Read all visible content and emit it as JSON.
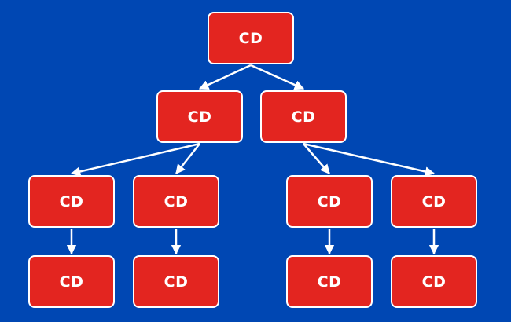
{
  "colors": {
    "background": "#0047b3",
    "node_fill": "#e32520",
    "node_border": "#ffffff",
    "edge": "#ffffff"
  },
  "nodes": [
    {
      "id": "root",
      "label": "CD"
    },
    {
      "id": "l1-a",
      "label": "CD"
    },
    {
      "id": "l1-b",
      "label": "CD"
    },
    {
      "id": "l2-a",
      "label": "CD"
    },
    {
      "id": "l2-b",
      "label": "CD"
    },
    {
      "id": "l2-c",
      "label": "CD"
    },
    {
      "id": "l2-d",
      "label": "CD"
    },
    {
      "id": "l3-a",
      "label": "CD"
    },
    {
      "id": "l3-b",
      "label": "CD"
    },
    {
      "id": "l3-c",
      "label": "CD"
    },
    {
      "id": "l3-d",
      "label": "CD"
    }
  ],
  "edges": [
    {
      "from": "root",
      "to": "l1-a"
    },
    {
      "from": "root",
      "to": "l1-b"
    },
    {
      "from": "l1-a",
      "to": "l2-a"
    },
    {
      "from": "l1-a",
      "to": "l2-b"
    },
    {
      "from": "l1-b",
      "to": "l2-c"
    },
    {
      "from": "l1-b",
      "to": "l2-d"
    },
    {
      "from": "l2-a",
      "to": "l3-a"
    },
    {
      "from": "l2-b",
      "to": "l3-b"
    },
    {
      "from": "l2-c",
      "to": "l3-c"
    },
    {
      "from": "l2-d",
      "to": "l3-d"
    }
  ]
}
